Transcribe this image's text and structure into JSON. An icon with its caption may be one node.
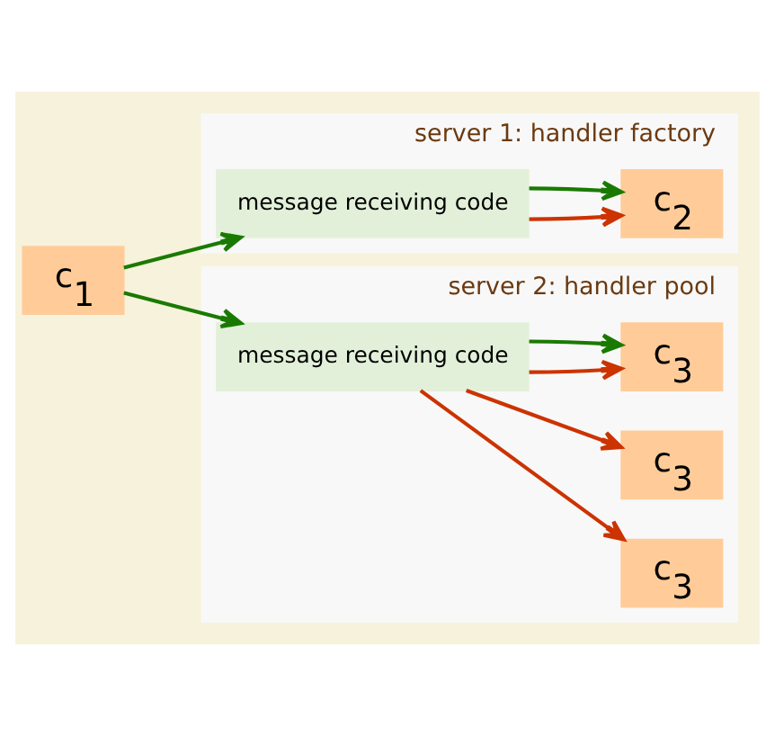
{
  "diagram": {
    "nodes": [
      {
        "text": [
          "c$_{1}$"
        ]
      },
      {
        "text": [
          "server 1: handler factory"
        ]
      },
      {
        "text": [
          "message receiving code"
        ],
        "in": 1
      },
      {
        "text": [
          "c$_{2}$"
        ],
        "in": 1
      },
      {
        "text": [
          "server 2: handler pool"
        ]
      },
      {
        "text": [
          "message receiving code"
        ],
        "in": 4
      },
      {
        "text": [
          "c$_{3}$"
        ],
        "in": 4
      },
      {
        "text": [
          "c$_{3}$"
        ],
        "in": 4
      },
      {
        "text": [
          "c$_{3}$"
        ],
        "in": 4
      }
    ],
    "edges": [
      {
        "from": 0,
        "to": 2,
        "arrow": "to"
      },
      {
        "from": 2,
        "to": 3,
        "arrow": "to",
        "color": "#cc3300"
      },
      {
        "from": 2,
        "to": 3,
        "arrow": "to"
      },
      {
        "from": 0,
        "to": 5,
        "arrow": "to"
      },
      {
        "from": 5,
        "to": 6,
        "arrow": "to",
        "color": "#cc3300"
      },
      {
        "from": 5,
        "to": 7,
        "arrow": "to",
        "color": "#cc3300"
      },
      {
        "from": 5,
        "to": 8,
        "arrow": "to",
        "color": "#cc3300"
      },
      {
        "from": 5,
        "to": 8,
        "arrow": "to"
      }
    ]
  }
}
